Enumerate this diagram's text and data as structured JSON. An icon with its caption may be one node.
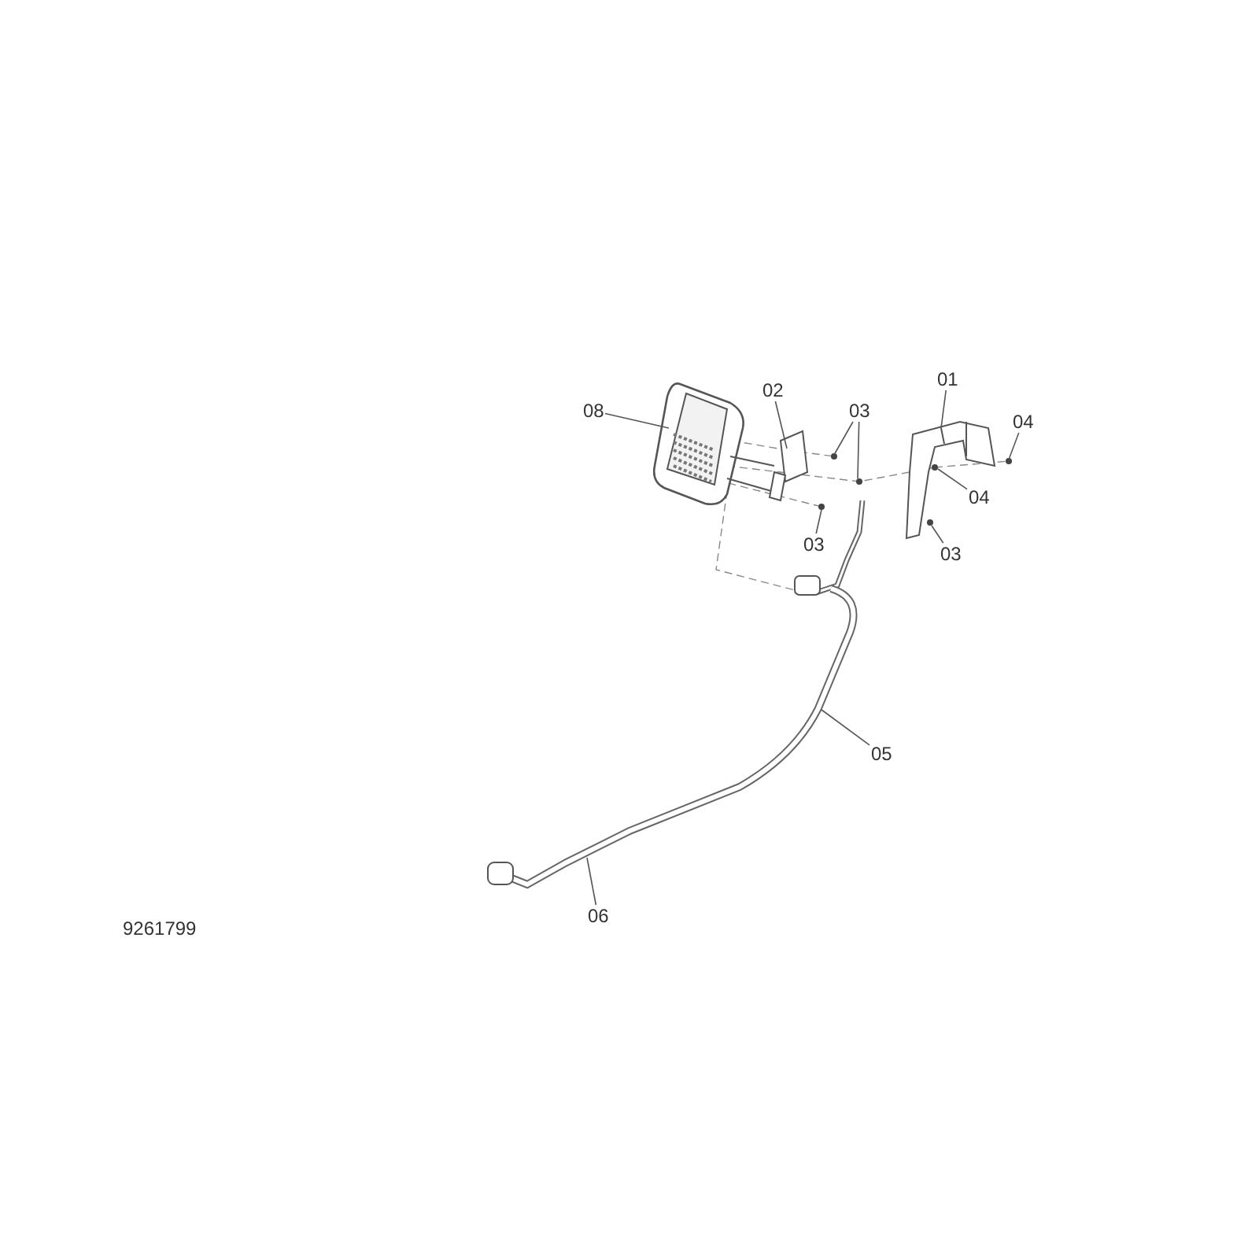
{
  "diagram": {
    "nodes": [
      {
        "text": [
          "08"
        ]
      },
      {
        "text": [
          "02"
        ]
      },
      {
        "text": [
          "03"
        ]
      },
      {
        "text": [
          "01"
        ]
      },
      {
        "text": [
          "04"
        ]
      },
      {
        "text": [
          "04"
        ]
      },
      {
        "text": [
          "03"
        ]
      },
      {
        "text": [
          "03"
        ]
      },
      {
        "text": [
          "05"
        ]
      },
      {
        "text": [
          "06"
        ]
      }
    ],
    "edges": [
      {
        "from": 0,
        "to": null,
        "arrow": "none"
      },
      {
        "from": 1,
        "to": null,
        "arrow": "none"
      },
      {
        "from": 2,
        "to": null,
        "arrow": "none"
      },
      {
        "from": 2,
        "to": null,
        "arrow": "none"
      },
      {
        "from": 3,
        "to": null,
        "arrow": "none"
      },
      {
        "from": 4,
        "to": null,
        "arrow": "none"
      },
      {
        "from": 5,
        "to": null,
        "arrow": "none"
      },
      {
        "from": 6,
        "to": null,
        "arrow": "none"
      },
      {
        "from": 7,
        "to": null,
        "arrow": "none"
      },
      {
        "from": 8,
        "to": null,
        "arrow": "none"
      },
      {
        "from": 9,
        "to": null,
        "arrow": "none"
      }
    ],
    "labels": [
      "9261799"
    ]
  }
}
